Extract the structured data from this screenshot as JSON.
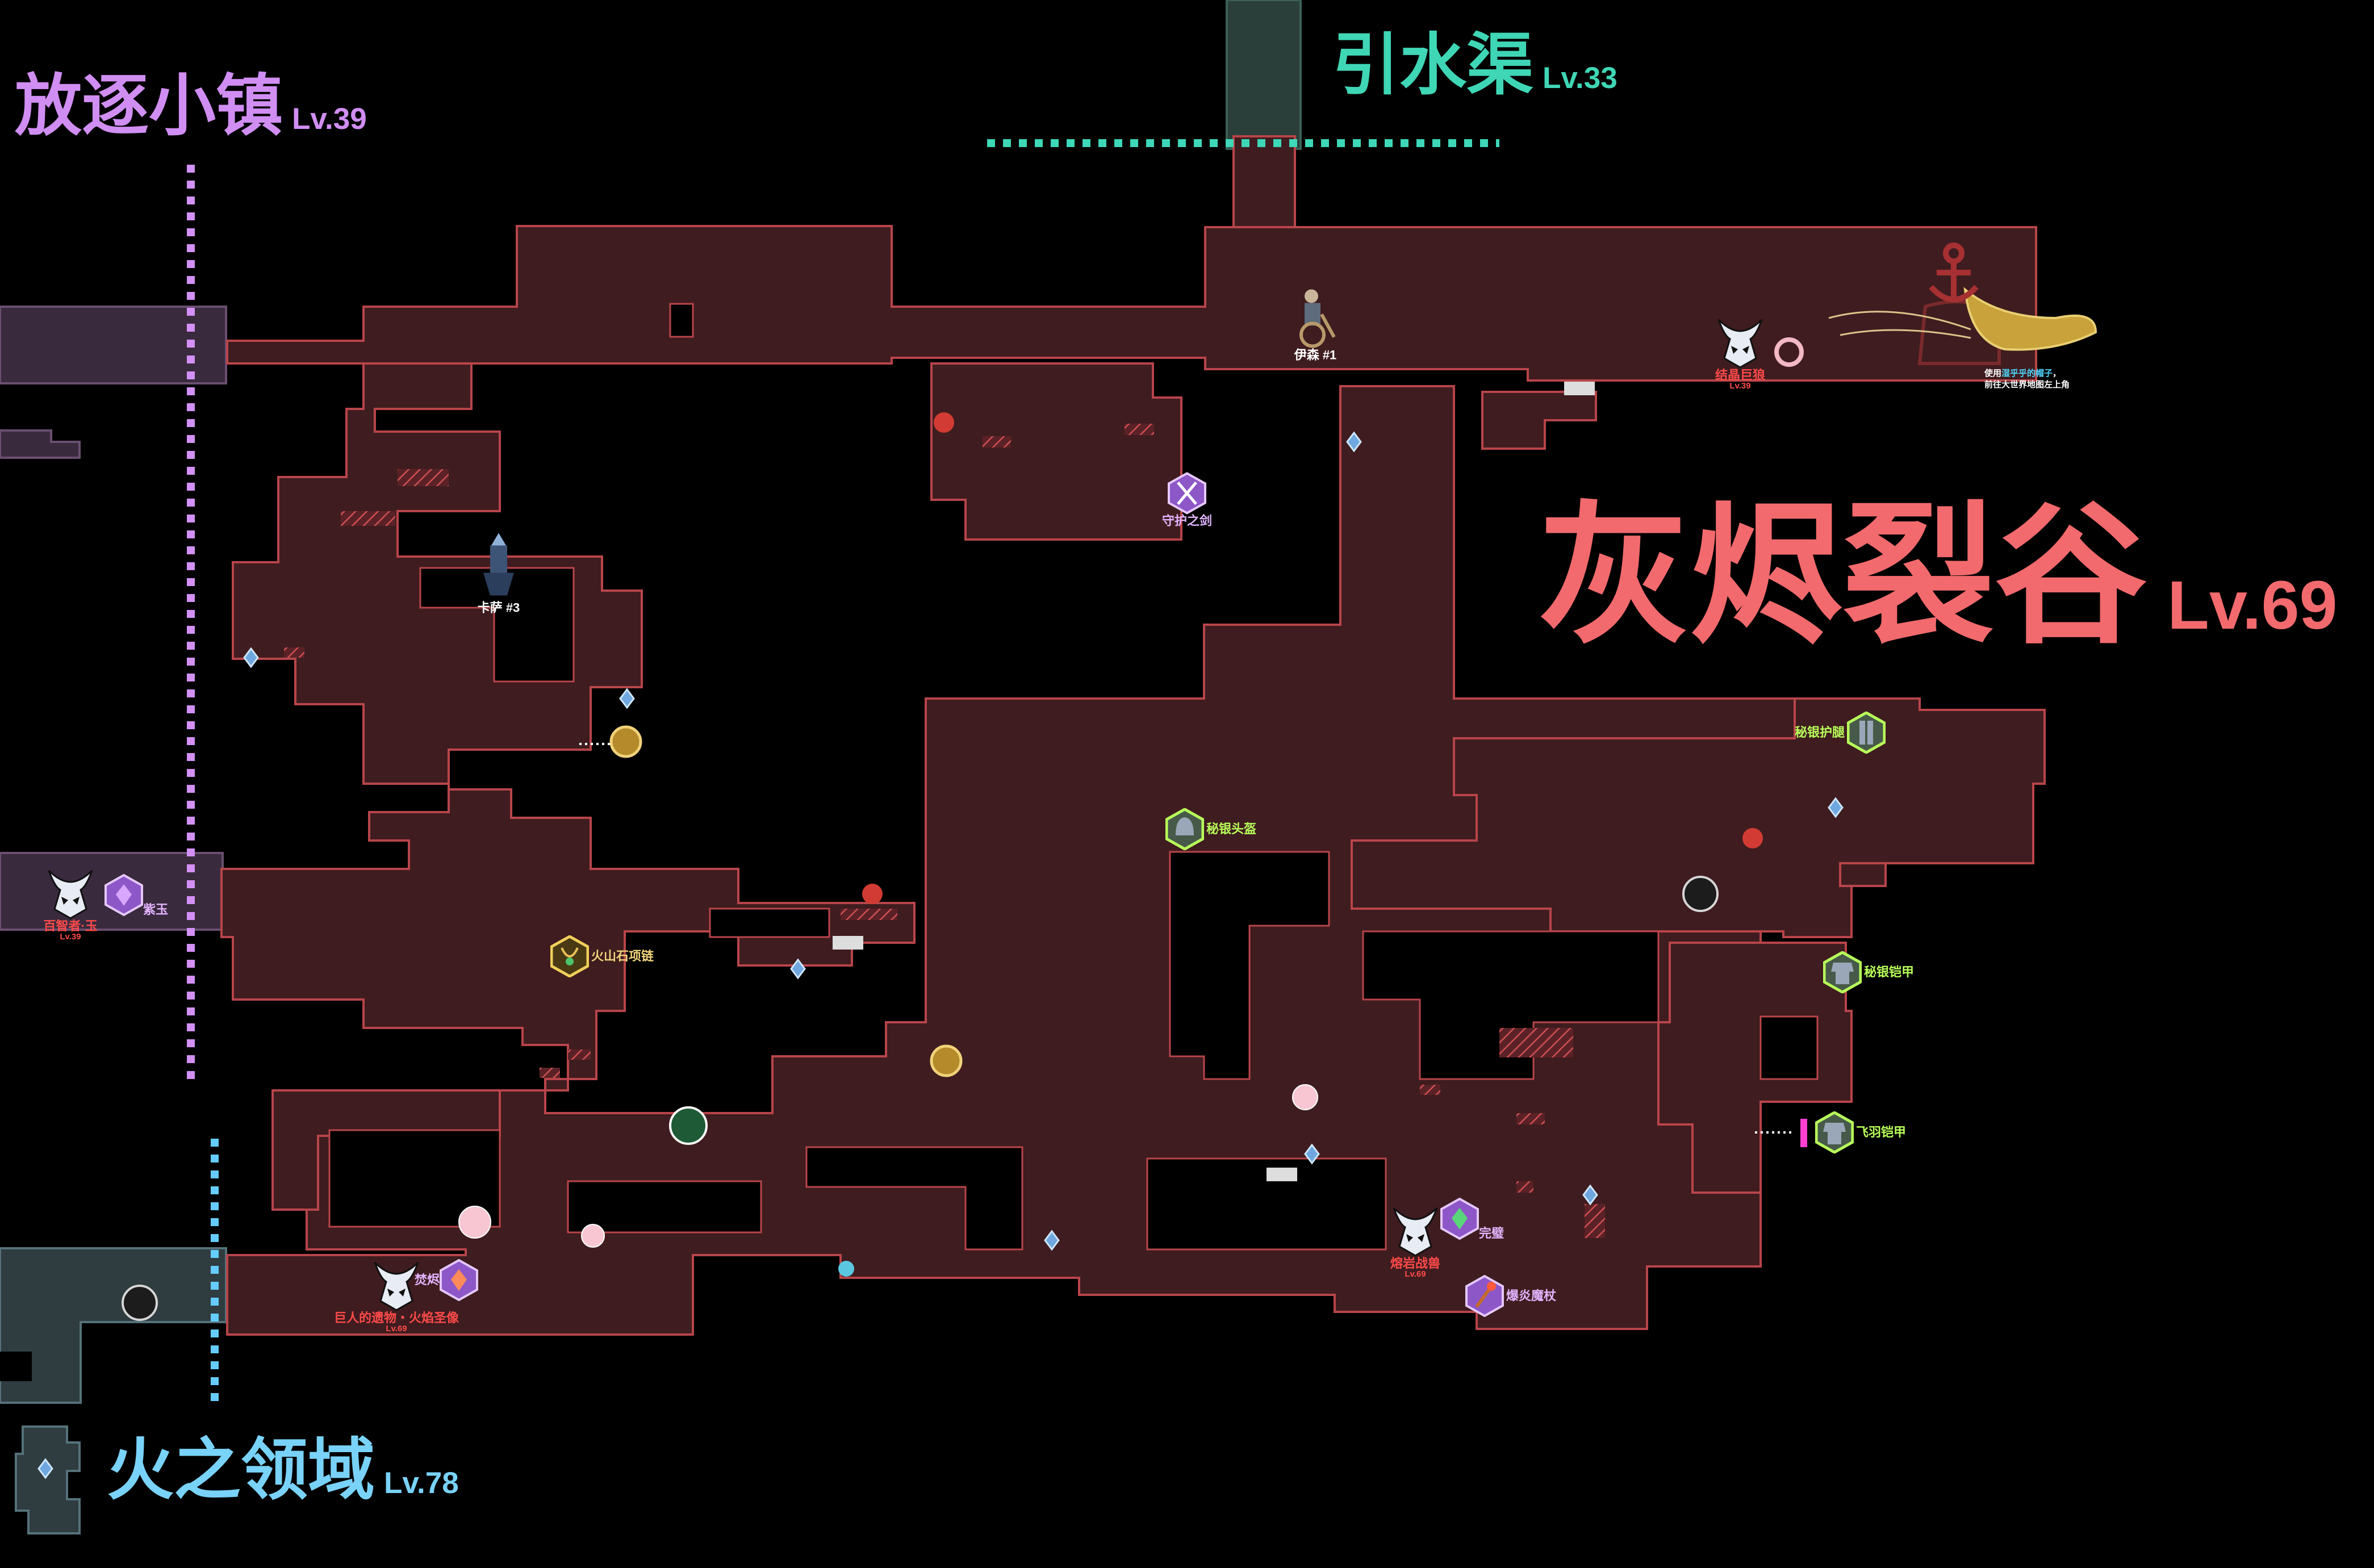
{
  "colors": {
    "background": "#000000",
    "area_fill": "#3f1c1f",
    "area_border": "#b8454a",
    "town_path": "#d391f7",
    "canal_path": "#3ed7b8",
    "fire_path": "#66ccff",
    "boss_label": "#ff4a4a",
    "equip_label": "#b8ff5a",
    "label_white": "#ffffff"
  },
  "regions": {
    "current": {
      "name": "灰烬裂谷",
      "level": "Lv.69",
      "color": "#f26a6d"
    },
    "exile_town": {
      "name": "放逐小镇",
      "level": "Lv.39",
      "color": "#d08ef2"
    },
    "canal": {
      "name": "引水渠",
      "level": "Lv.33",
      "color": "#3fd6b6"
    },
    "fire_domain": {
      "name": "火之领域",
      "level": "Lv.78",
      "color": "#79d2f7"
    }
  },
  "npcs": {
    "yiren": {
      "label": "伊森 #1",
      "icon": "wheelchair-npc-icon"
    },
    "kasa": {
      "label": "卡萨 #3",
      "icon": "knight-npc-icon"
    }
  },
  "bosses": {
    "crystal_wolf": {
      "name": "结晶巨狼",
      "level": "Lv.39",
      "icon": "demon-skull-icon"
    },
    "baizhi_yu": {
      "name": "百智者·玉",
      "level": "Lv.39",
      "icon": "demon-skull-icon"
    },
    "giant_relic": {
      "name": "巨人的遗物・火焰圣像",
      "level": "Lv.69",
      "icon": "demon-skull-icon"
    },
    "lava_beast": {
      "name": "熔岩战兽",
      "level": "Lv.69",
      "icon": "demon-skull-icon"
    }
  },
  "items": {
    "guard_sword": {
      "label": "守护之剑",
      "icon": "sword-item-icon"
    },
    "mithril_helmet": {
      "label": "秘银头盔",
      "icon": "helmet-item-icon"
    },
    "mithril_greaves": {
      "label": "秘银护腿",
      "icon": "greaves-item-icon"
    },
    "mithril_armor": {
      "label": "秘银铠甲",
      "icon": "armor-item-icon"
    },
    "feather_armor": {
      "label": "飞羽铠甲",
      "icon": "armor-item-icon"
    },
    "volcano_necklace": {
      "label": "火山石项链",
      "icon": "necklace-item-icon"
    },
    "purple_jade": {
      "label": "紫玉",
      "icon": "gem-item-icon"
    },
    "fenjin": {
      "label": "焚烬",
      "icon": "gem-item-icon"
    },
    "perfect_wall": {
      "label": "完璧",
      "icon": "gem-item-icon"
    },
    "blast_staff": {
      "label": "爆炎魔杖",
      "icon": "staff-item-icon"
    }
  },
  "notes": {
    "ship_line1_prefix": "使用",
    "ship_line1_highlight": "湿乎乎的帽子",
    "ship_line1_suffix": "，",
    "ship_line2": "前往大世界地图左上角"
  }
}
